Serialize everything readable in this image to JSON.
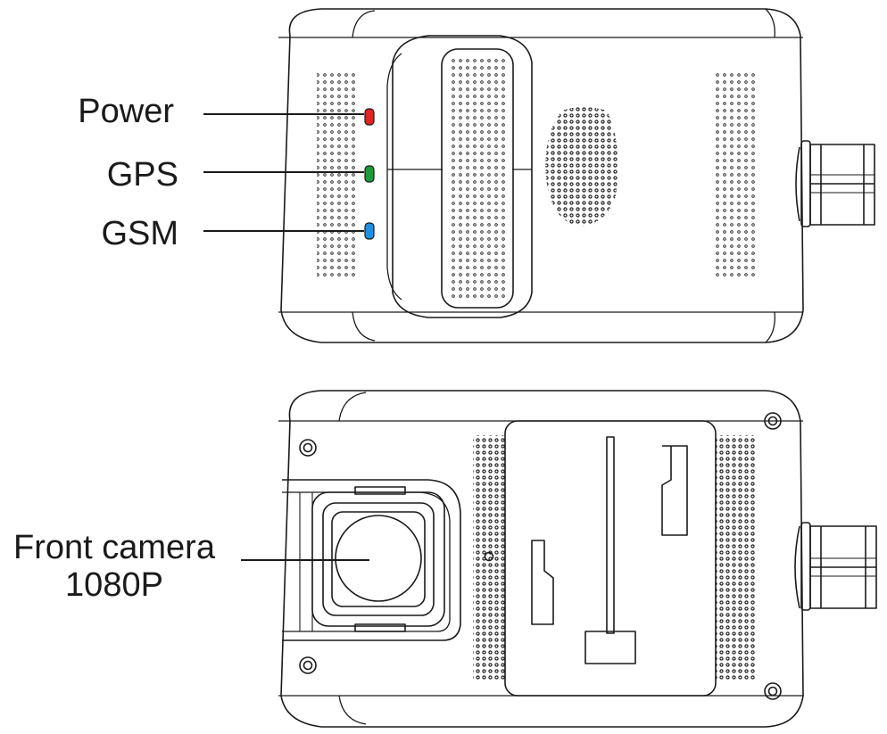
{
  "labels": {
    "power": "Power",
    "gps": "GPS",
    "gsm": "GSM",
    "front_camera_line1": "Front camera",
    "front_camera_line2": "1080P"
  },
  "leds": {
    "power": {
      "color": "#e02424"
    },
    "gps": {
      "color": "#1e9a3a"
    },
    "gsm": {
      "color": "#1e90e0"
    }
  },
  "line_color": "#1a1a1a"
}
